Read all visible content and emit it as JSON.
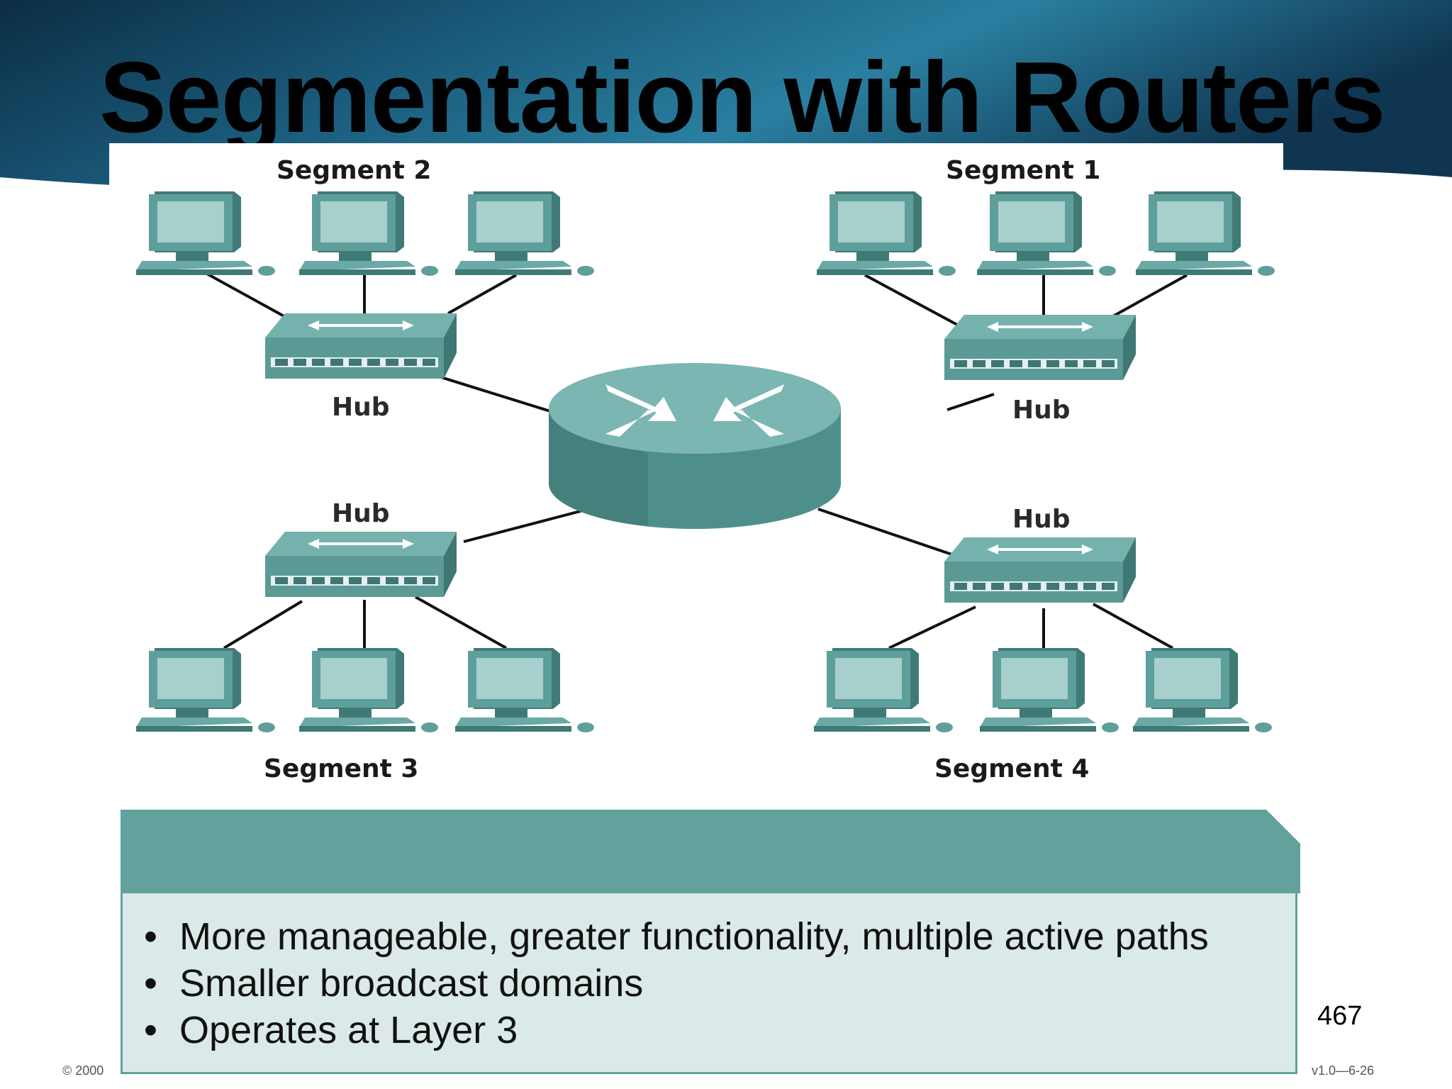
{
  "slide": {
    "title": "Segmentation with Routers",
    "page_number": "467",
    "footer_left": "© 2000",
    "footer_right": "v1.0—6-26"
  },
  "diagram": {
    "segments": [
      {
        "label": "Segment 2",
        "hub_label": "Hub"
      },
      {
        "label": "Segment 1",
        "hub_label": "Hub"
      },
      {
        "label": "Segment 3",
        "hub_label": "Hub"
      },
      {
        "label": "Segment 4",
        "hub_label": "Hub"
      }
    ]
  },
  "info_box": {
    "bullets": [
      "More manageable, greater functionality, multiple active paths",
      "Smaller broadcast domains",
      "Operates at Layer 3"
    ]
  },
  "colors": {
    "banner": "#16506a",
    "device_teal": "#4f8f8b",
    "box_header": "#62a19c",
    "box_body": "#dbe9e8"
  }
}
